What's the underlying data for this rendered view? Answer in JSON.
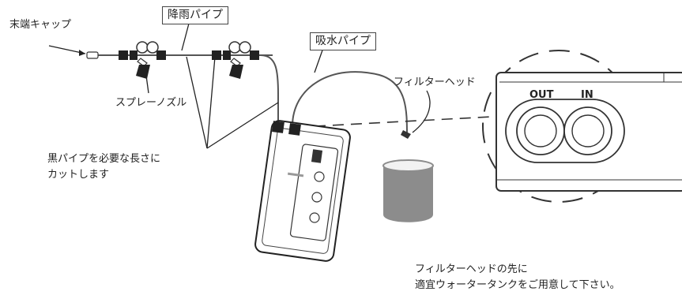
{
  "labels": {
    "end_cap": "末端キャップ",
    "rain_pipe": "降雨パイプ",
    "intake_pipe": "吸水パイプ",
    "filter_head": "フィルターヘッド",
    "spray_nozzle": "スプレーノズル",
    "cut_note_line1": "黒パイプを必要な長さに",
    "cut_note_line2": "カットします",
    "tank_note_line1": "フィルターヘッドの先に",
    "tank_note_line2": "適宜ウォータータンクをご用意して下さい。"
  },
  "pump_ports": {
    "out": "OUT",
    "in": "IN"
  }
}
